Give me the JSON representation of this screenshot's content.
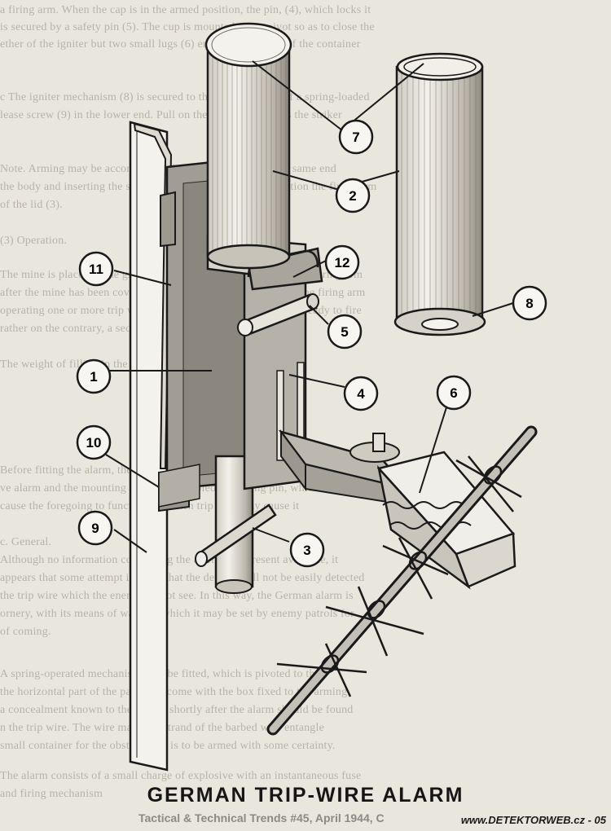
{
  "diagram": {
    "title": "GERMAN TRIP-WIRE ALARM",
    "caption": "Tactical & Technical Trends #45, April 1944, C",
    "watermark": "www.DETEKTORWEB.cz - 05",
    "callouts": [
      {
        "id": "1",
        "label": "1"
      },
      {
        "id": "2",
        "label": "2"
      },
      {
        "id": "3",
        "label": "3"
      },
      {
        "id": "4",
        "label": "4"
      },
      {
        "id": "5",
        "label": "5"
      },
      {
        "id": "6",
        "label": "6"
      },
      {
        "id": "7",
        "label": "7"
      },
      {
        "id": "8",
        "label": "8"
      },
      {
        "id": "9",
        "label": "9"
      },
      {
        "id": "10",
        "label": "10"
      },
      {
        "id": "11",
        "label": "11"
      },
      {
        "id": "12",
        "label": "12"
      }
    ]
  },
  "background_text": [
    "a firing arm. When the cap is in the armed position, the pin, (4), which locks it",
    "is secured by a safety pin (5). The cup is mounted on its pivot so as to close the",
    "ether of the igniter but two small lugs (6) enter the holes (7) of the container",
    "c The igniter mechanism (8) is secured to the cup by means of a spring-loaded",
    "lease screw (9) in the lower end. Pull on the trip wire releases the striker",
    "Note. Arming may be accomplished by pulling the ring at the same end",
    "the body and inserting the safety pin. When in the armed position the firing arm",
    "of the lid (3).",
    "(3) Operation.",
    "The mine is placed in the ground with the trip wire attached to the firing arm",
    "after the mine has been covered the safety pin is removed from the firing arm",
    "operating one or more trip wires cannot affect the mechanism if ready to fire",
    "rather on the contrary, a second trip wire may be employed",
    "The weight of filling in the sample specimens",
    "Before fitting the alarm, the operator should make sure the arming device is",
    "ve alarm and the mounting bracket assembled; the firing pin, which is in some",
    "cause the foregoing to function, a broken trip wire may cause it",
    "c. General.",
    "Although no information concerning the alarm is at present available, it",
    "appears that some attempt is made that the device shall not be easily detected",
    "the trip wire which the enemy cannot see. In this way, the German alarm is",
    "ornery, with its means of warning which it may be set by enemy patrols for",
    "of coming.",
    "A spring-operated mechanism may be fitted, which is pivoted to the",
    "the horizontal part of the parts that come with the box fixed to the arming",
    "a concealment known to the enemy shortly after the alarm should be found",
    "n the trip wire. The wire may be a strand of the barbed wire entangle",
    "small container for the obstructions is to be armed with some certainty.",
    "The alarm consists of a small charge of explosive with an instantaneous fuse",
    "and firing mechanism"
  ]
}
